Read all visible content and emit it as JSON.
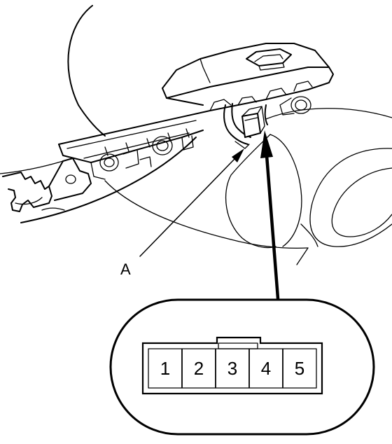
{
  "callout": {
    "letter": "A"
  },
  "connector": {
    "pins": [
      "1",
      "2",
      "3",
      "4",
      "5"
    ]
  }
}
